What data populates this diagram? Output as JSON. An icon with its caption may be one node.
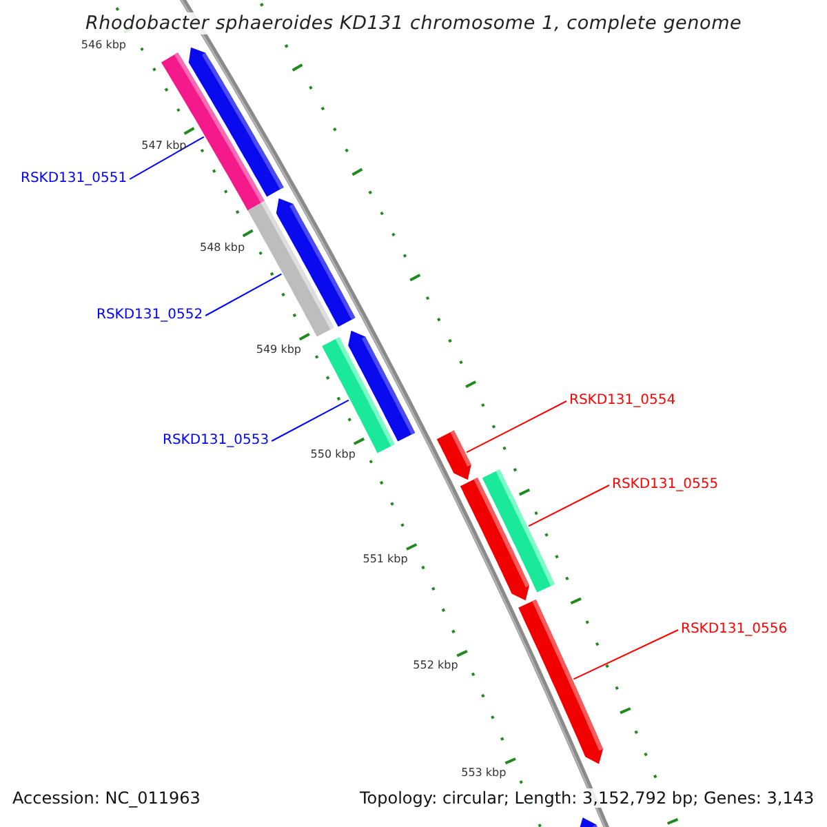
{
  "diagram": {
    "title": "Rhodobacter sphaeroides KD131 chromosome 1, complete genome",
    "nodes": [
      {
        "text": [],
        "shape": "bar"
      },
      {
        "text": [],
        "shape": "bar"
      },
      {
        "text": [],
        "shape": "bar"
      },
      {
        "text": [],
        "shape": "bar"
      },
      {
        "text": [],
        "shape": "bar"
      },
      {
        "text": [],
        "shape": "bar"
      },
      {
        "text": [],
        "shape": "bar"
      },
      {
        "text": [],
        "shape": "bar"
      },
      {
        "text": [],
        "shape": "bar"
      },
      {
        "text": [],
        "shape": "bar"
      },
      {
        "text": [],
        "shape": "bar"
      },
      {
        "text": [
          "RSKD131_0551"
        ]
      },
      {
        "text": [
          "RSKD131_0552"
        ]
      },
      {
        "text": [
          "RSKD131_0553"
        ]
      },
      {
        "text": [
          "RSKD131_0554"
        ]
      },
      {
        "text": [
          "RSKD131_0555"
        ]
      },
      {
        "text": [
          "RSKD131_0556"
        ]
      }
    ],
    "edges": [
      {
        "from": 11,
        "to": 1,
        "arrow": "none",
        "color": "#0000ff"
      },
      {
        "from": 12,
        "to": 3,
        "arrow": "none",
        "color": "#0000ff"
      },
      {
        "from": 13,
        "to": 4,
        "arrow": "none",
        "color": "#0000ff"
      },
      {
        "from": 14,
        "to": 6,
        "arrow": "none",
        "color": "#ff0000"
      },
      {
        "from": 15,
        "to": 7,
        "arrow": "none",
        "color": "#ff0000"
      },
      {
        "from": 16,
        "to": 9,
        "arrow": "none",
        "color": "#ff0000"
      }
    ],
    "labels": [
      "546 kbp",
      "547 kbp",
      "548 kbp",
      "549 kbp",
      "550 kbp",
      "551 kbp",
      "552 kbp",
      "553 kbp",
      "Accession: NC_011963",
      "Topology: circular; Length: 3,152,792 bp; Genes: 3,143"
    ]
  }
}
